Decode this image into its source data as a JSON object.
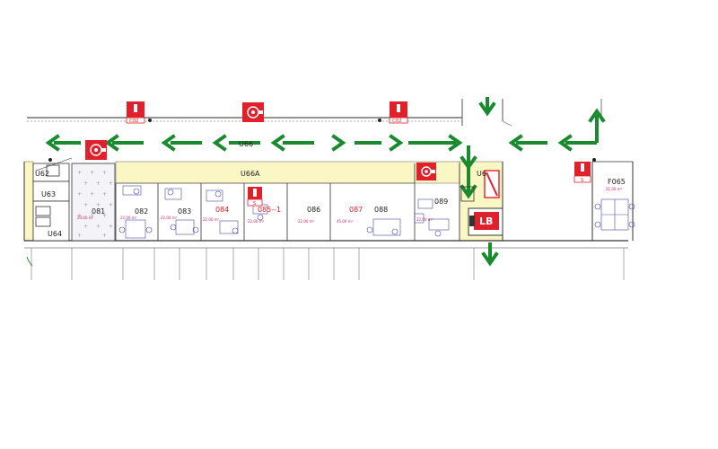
{
  "corridor": {
    "main": "U66",
    "annex": "U66A"
  },
  "rooms": [
    {
      "id": "u62",
      "label": "U62",
      "color": "#222222"
    },
    {
      "id": "u63",
      "label": "U63",
      "color": "#222222"
    },
    {
      "id": "u64",
      "label": "U64",
      "color": "#222222"
    },
    {
      "id": "r081",
      "label": "081",
      "color": "#222222"
    },
    {
      "id": "r082",
      "label": "082",
      "color": "#222222"
    },
    {
      "id": "r083",
      "label": "083",
      "color": "#222222"
    },
    {
      "id": "r084",
      "label": "084",
      "color": "#e0202a"
    },
    {
      "id": "r085",
      "label": "085--1",
      "color": "#e0202a"
    },
    {
      "id": "r086",
      "label": "086",
      "color": "#222222"
    },
    {
      "id": "r087",
      "label": "087",
      "color": "#e0202a"
    },
    {
      "id": "r088",
      "label": "088",
      "color": "#222222"
    },
    {
      "id": "r089",
      "label": "089",
      "color": "#222222"
    },
    {
      "id": "u6",
      "label": "U6",
      "color": "#222222"
    },
    {
      "id": "f065",
      "label": "F065",
      "color": "#222222"
    }
  ],
  "areas": [
    {
      "id": "a081",
      "text": "20,00 m²"
    },
    {
      "id": "a082",
      "text": "22,00 m²"
    },
    {
      "id": "a083",
      "text": "22,00 m²"
    },
    {
      "id": "a084",
      "text": "22,00 m²"
    },
    {
      "id": "a085",
      "text": "22,00 m²"
    },
    {
      "id": "a086",
      "text": "22,00 m²"
    },
    {
      "id": "a087",
      "text": "45,00 m²"
    },
    {
      "id": "a089",
      "text": "22,00 m²"
    },
    {
      "id": "a065",
      "text": "21,00 m²"
    }
  ],
  "symbols": {
    "co2": "CO2",
    "s": "S",
    "lb": "LB"
  },
  "colors": {
    "safety_red": "#e0202a",
    "escape_green": "#1a8a2e",
    "corridor_yellow": "#fbf7c4",
    "wall": "#333333",
    "furniture": "#4a4aa8"
  },
  "icons": [
    "fire-extinguisher-icon",
    "fire-hose-reel-icon",
    "escape-arrow-icon",
    "fire-alarm-box-icon"
  ]
}
